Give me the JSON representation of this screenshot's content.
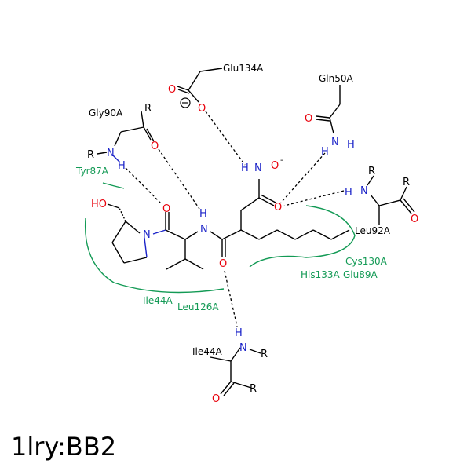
{
  "title": "1lry:BB2",
  "residues": {
    "glu134": "Glu134A",
    "gln50": "Gln50A",
    "gly90": "Gly90A",
    "tyr87": "Tyr87A",
    "leu92": "Leu92A",
    "cys130": "Cys130A",
    "his133": "His133A",
    "glu89": "Glu89A",
    "ile44_contact": "Ile44A",
    "leu126": "Leu126A",
    "ile44_bottom": "Ile44A"
  },
  "atoms": {
    "o": "O",
    "n": "N",
    "h": "H",
    "r": "R",
    "ho": "HO",
    "o_minus": "O",
    "minus_sup": "-",
    "minus_circle": "−"
  },
  "colors": {
    "oxygen": "#e8000b",
    "nitrogen": "#1a22c8",
    "contact": "#139a55",
    "bond": "#000000"
  }
}
